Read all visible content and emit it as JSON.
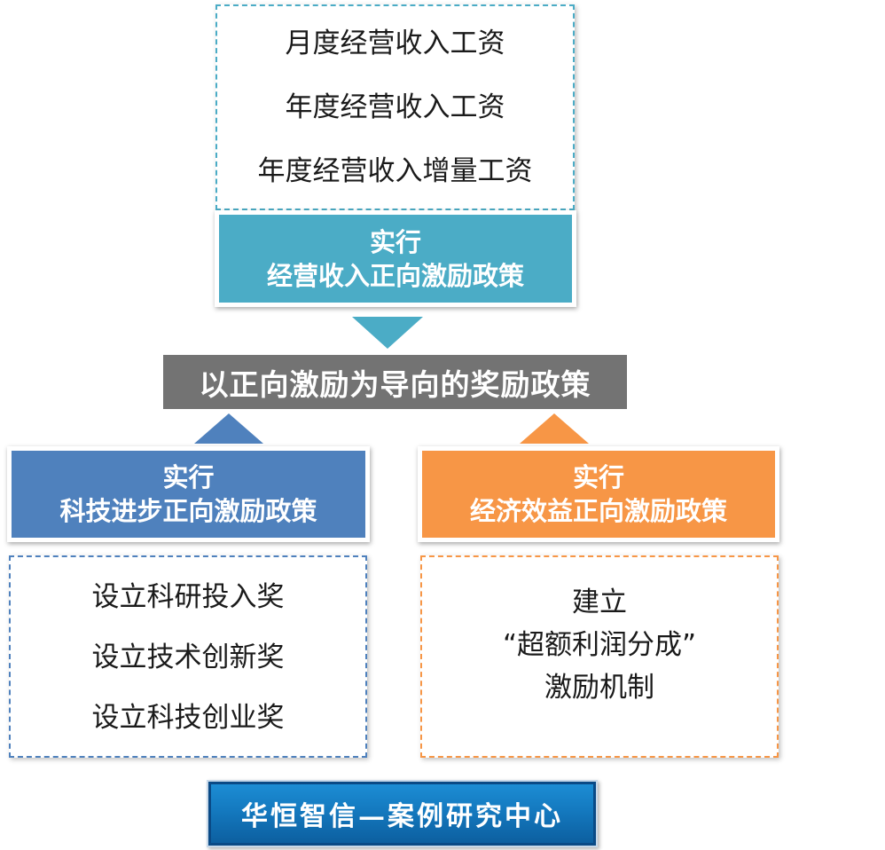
{
  "top": {
    "items": [
      "月度经营收入工资",
      "年度经营收入工资",
      "年度经营收入增量工资"
    ],
    "banner_line1": "实行",
    "banner_line2": "经营收入正向激励政策",
    "color": "#4bacc6"
  },
  "center": {
    "title": "以正向激励为导向的奖励政策",
    "color": "#737373"
  },
  "left": {
    "banner_line1": "实行",
    "banner_line2": "科技进步正向激励政策",
    "items": [
      "设立科研投入奖",
      "设立技术创新奖",
      "设立科技创业奖"
    ],
    "color": "#4f81bd"
  },
  "right": {
    "banner_line1": "实行",
    "banner_line2": "经济效益正向激励政策",
    "lines": [
      "建立",
      "“超额利润分成”",
      "激励机制"
    ],
    "color": "#f79646"
  },
  "footer": {
    "label": "华恒智信—案例研究中心",
    "color": "#1479bf"
  }
}
